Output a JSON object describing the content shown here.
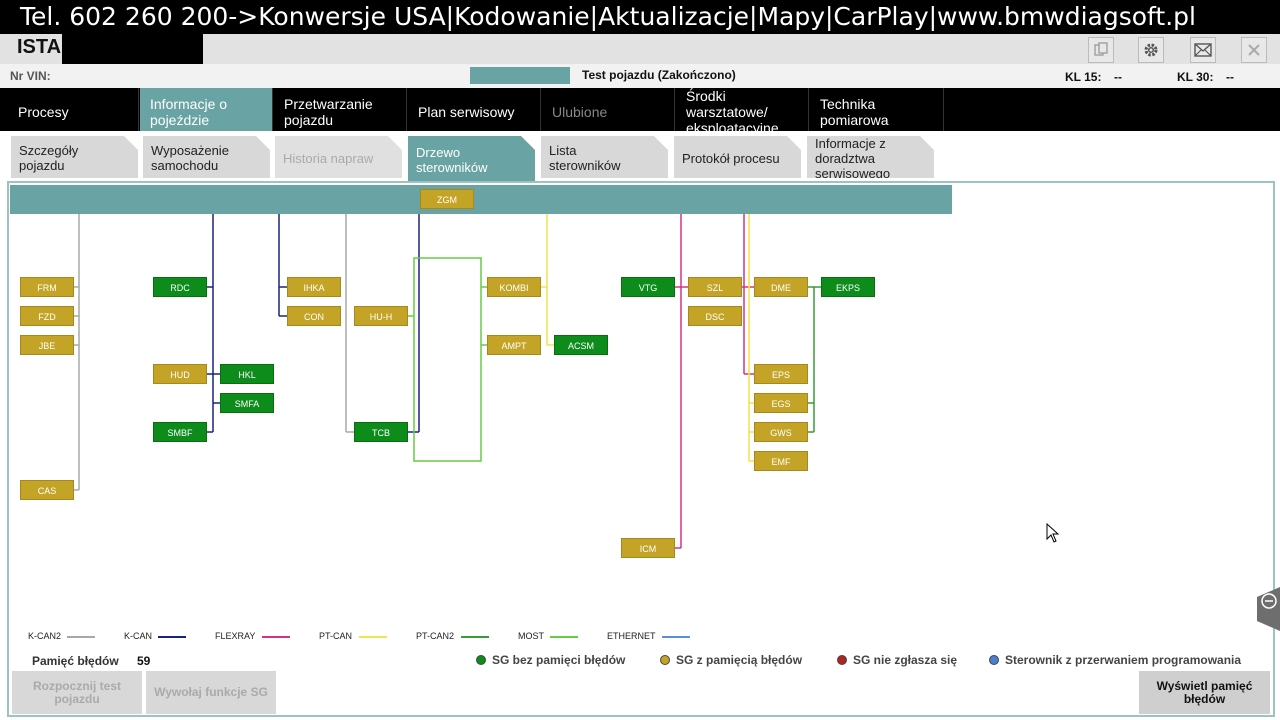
{
  "banner": {
    "text": "Tel. 602 260 200->Konwersje USA|Kodowanie|Aktualizacje|Mapy|CarPlay|www.bmwdiagsoft.pl"
  },
  "app": {
    "title": "ISTA"
  },
  "info": {
    "vin_label": "Nr VIN:",
    "status": "Test pojazdu (Zakończono)",
    "kl15_label": "KL 15:",
    "kl15_value": "--",
    "kl30_label": "KL 30:",
    "kl30_value": "--"
  },
  "toolbar_icons": [
    "clipboard-icon",
    "gear-icon",
    "mail-icon",
    "close-icon"
  ],
  "main_tabs": [
    {
      "label": "Procesy"
    },
    {
      "label": "Informacje o pojeździe"
    },
    {
      "label": "Przetwarzanie pojazdu"
    },
    {
      "label": "Plan serwisowy"
    },
    {
      "label": "Ulubione"
    },
    {
      "label": "Środki warsztatowe/ eksploatacyjne"
    },
    {
      "label": "Technika pomiarowa"
    }
  ],
  "sub_tabs": [
    {
      "label": "Szczegóły pojazdu"
    },
    {
      "label": "Wyposażenie samochodu"
    },
    {
      "label": "Historia napraw"
    },
    {
      "label": "Drzewo sterowników"
    },
    {
      "label": "Lista sterowników"
    },
    {
      "label": "Protokół procesu"
    },
    {
      "label": "Informacje z doradztwa serwisowego"
    }
  ],
  "tree": {
    "gateway": "ZGM",
    "ecus": [
      "FRM",
      "FZD",
      "JBE",
      "CAS",
      "RDC",
      "HUD",
      "HKL",
      "SMFA",
      "SMBF",
      "IHKA",
      "CON",
      "HU-H",
      "TCB",
      "KOMBI",
      "AMPT",
      "ACSM",
      "VTG",
      "SZL",
      "DSC",
      "ICM",
      "DME",
      "EKPS",
      "EPS",
      "EGS",
      "GWS",
      "EMF"
    ]
  },
  "legend": [
    {
      "label": "K-CAN2",
      "color": "#a8a8a8"
    },
    {
      "label": "K-CAN",
      "color": "#1a237e"
    },
    {
      "label": "FLEXRAY",
      "color": "#d63384"
    },
    {
      "label": "PT-CAN",
      "color": "#f2e24b"
    },
    {
      "label": "PT-CAN2",
      "color": "#3a9b3a"
    },
    {
      "label": "MOST",
      "color": "#66cc44"
    },
    {
      "label": "ETHERNET",
      "color": "#5b8fd6"
    }
  ],
  "memory": {
    "label": "Pamięć błędów",
    "value": "59"
  },
  "statuses": [
    {
      "label": "SG bez pamięci błędów",
      "color": "#0d8c1c"
    },
    {
      "label": "SG z pamięcią błędów",
      "color": "#c4a427"
    },
    {
      "label": "SG nie zgłasza się",
      "color": "#b22222"
    },
    {
      "label": "Sterownik z przerwaniem programowania",
      "color": "#4a7fd1"
    }
  ],
  "buttons": {
    "start_test": "Rozpocznij test pojazdu",
    "call_sg": "Wywołaj funkcje SG",
    "show_memory": "Wyświetl pamięć błędów"
  }
}
